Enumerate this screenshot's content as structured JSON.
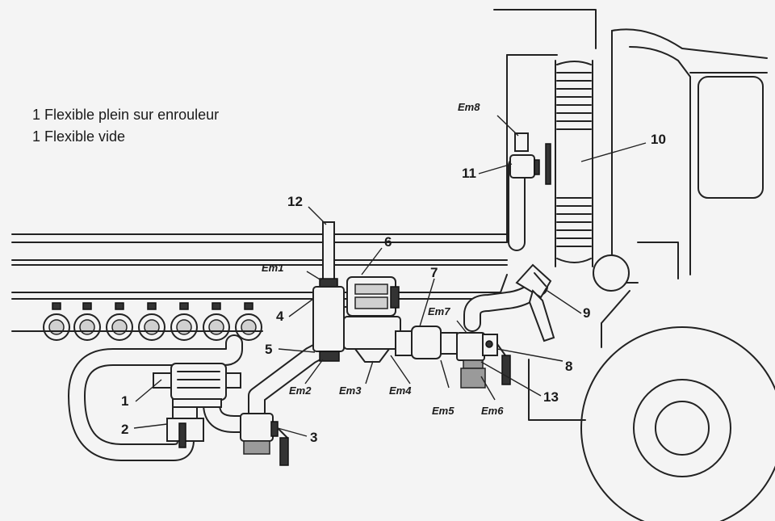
{
  "legend": {
    "line1": "1 Flexible plein sur enrouleur",
    "line2": "1 Flexible vide"
  },
  "numbers": {
    "n1": "1",
    "n2": "2",
    "n3": "3",
    "n4": "4",
    "n5": "5",
    "n6": "6",
    "n7": "7",
    "n8": "8",
    "n9": "9",
    "n10": "10",
    "n11": "11",
    "n12": "12",
    "n13": "13"
  },
  "em_labels": {
    "em1": "Em1",
    "em2": "Em2",
    "em3": "Em3",
    "em4": "Em4",
    "em5": "Em5",
    "em6": "Em6",
    "em7": "Em7",
    "em8": "Em8"
  }
}
